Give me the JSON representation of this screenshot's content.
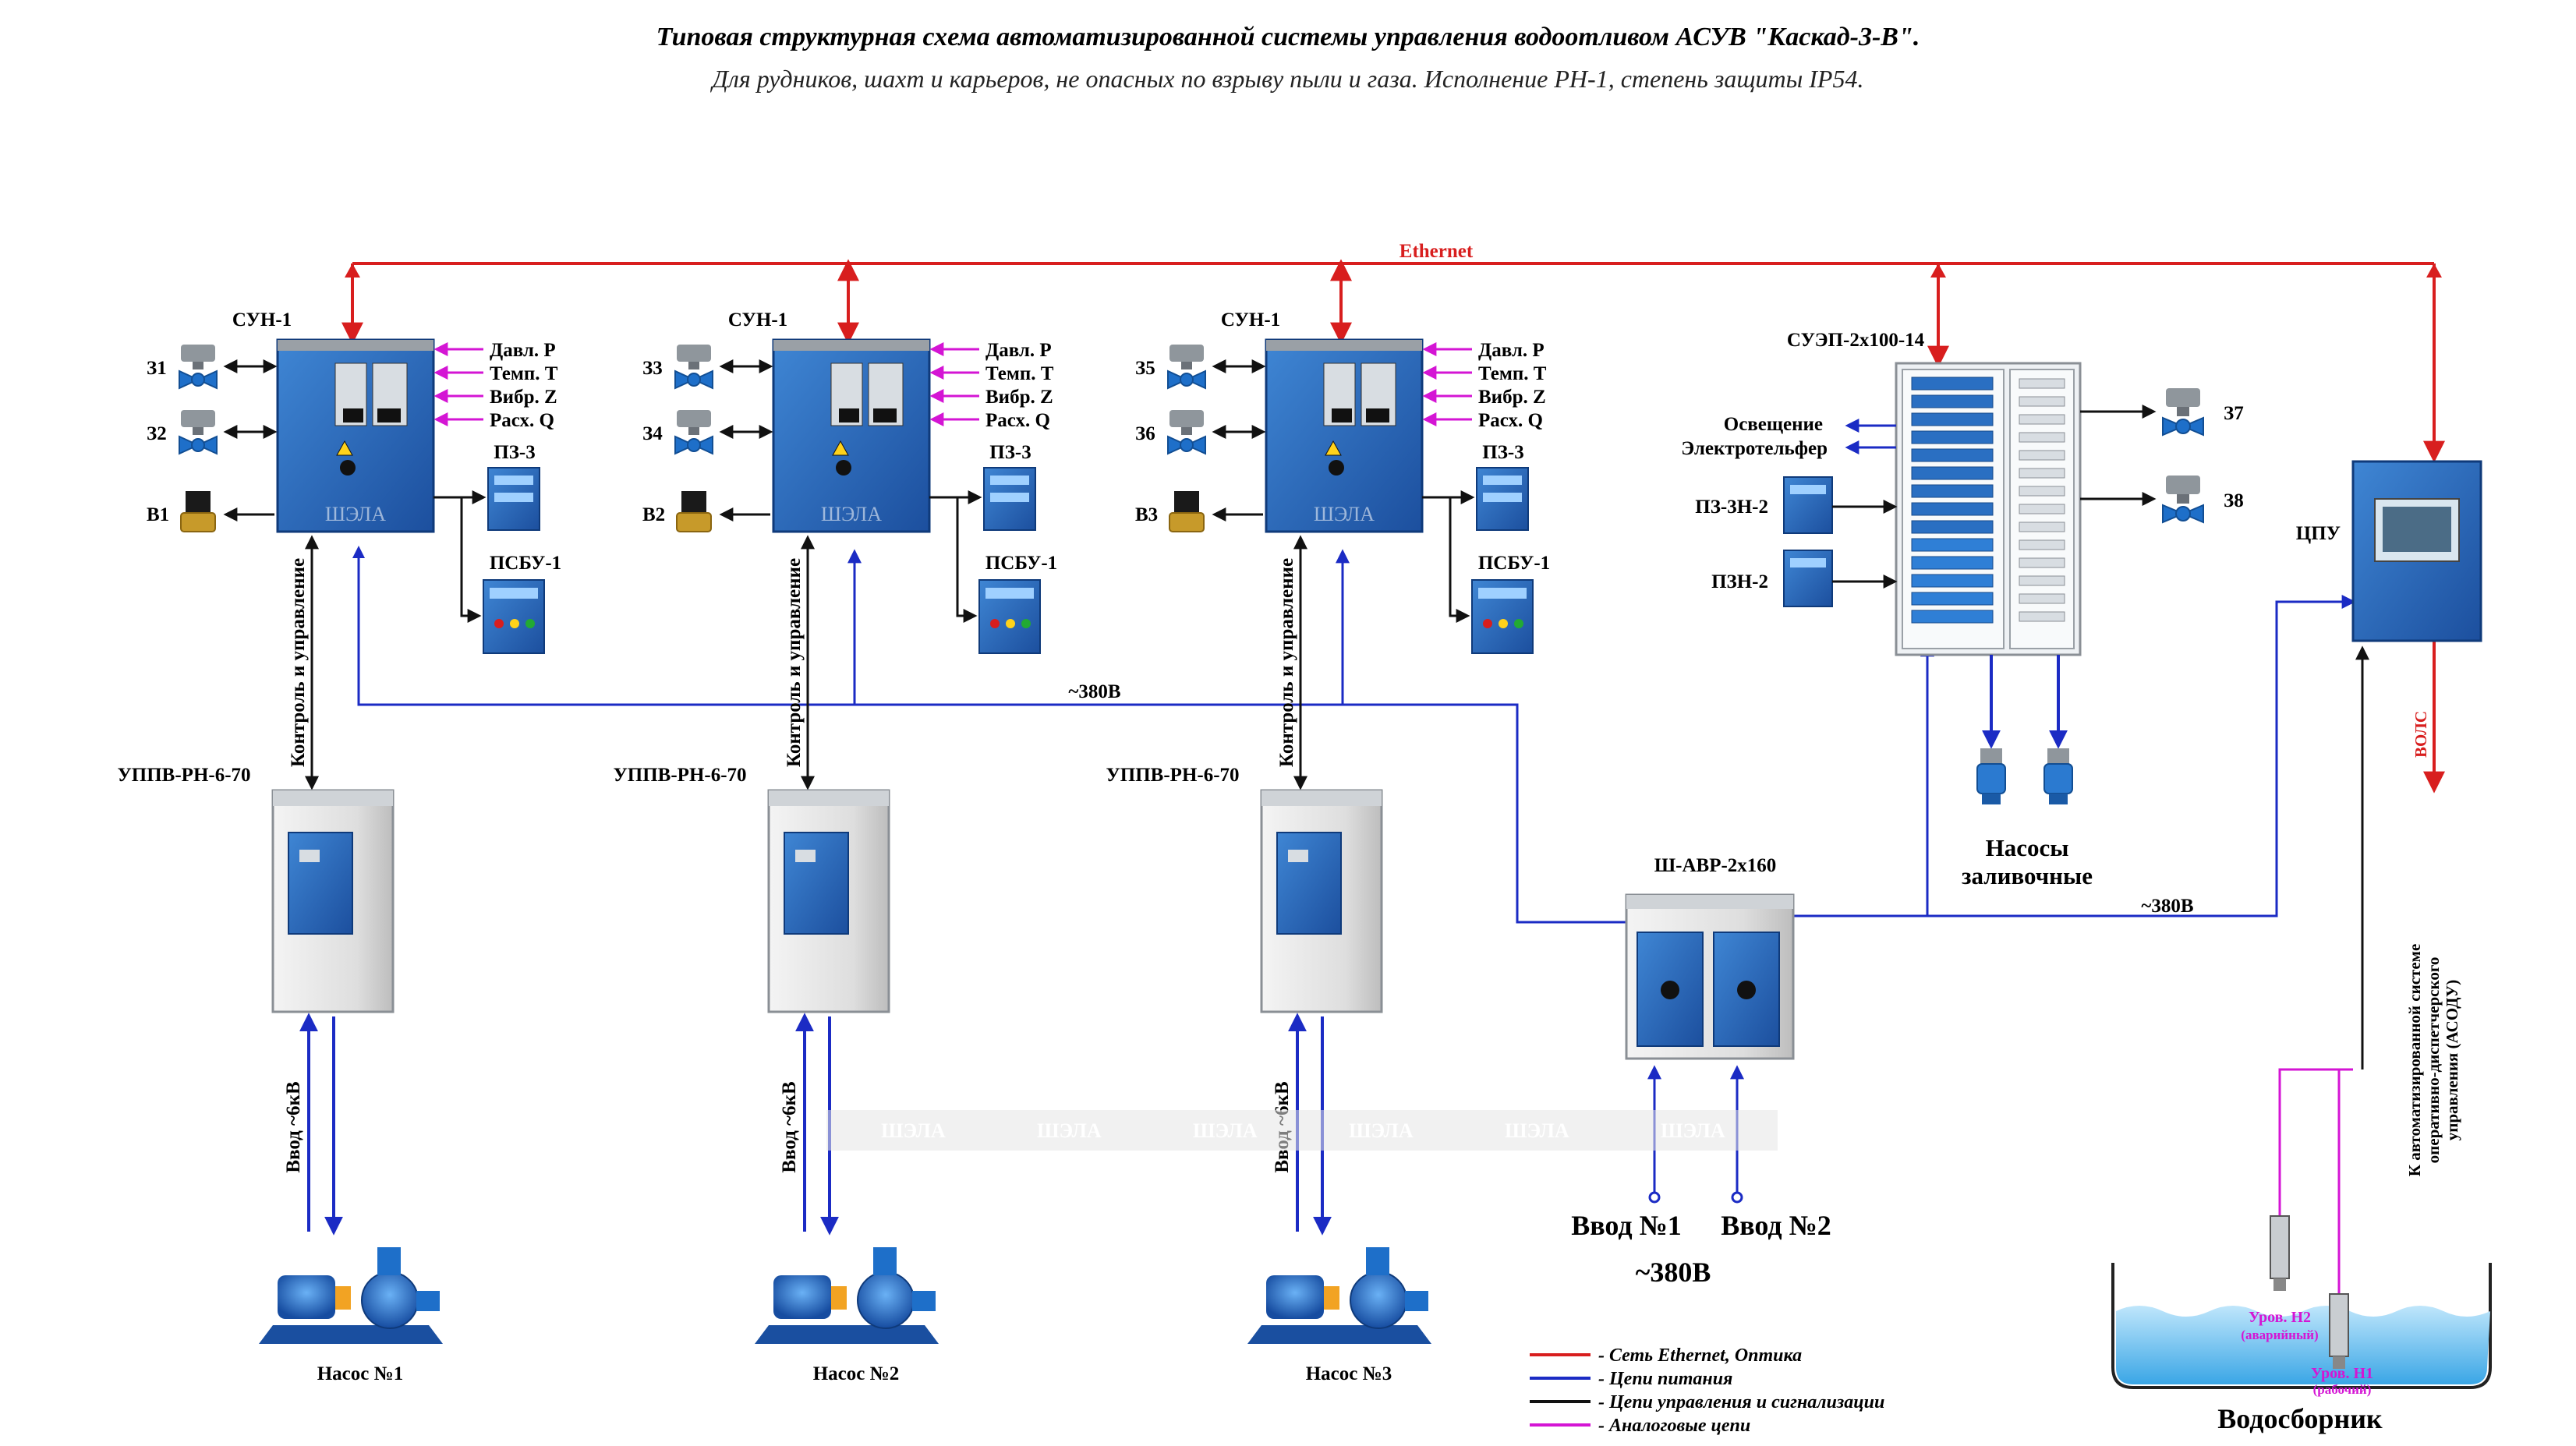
{
  "title": "Типовая структурная схема автоматизированной системы управления водоотливом АСУВ \"Каскад-3-В\".",
  "subtitle": "Для рудников, шахт и карьеров, не опасных по взрыву пыли и газа. Исполнение РН-1, степень защиты IP54.",
  "ethernet_label": "Ethernet",
  "watermark": "ШЭЛА",
  "sun_units": [
    {
      "name": "СУН-1",
      "valves": [
        "З1",
        "З2"
      ],
      "solenoid": "В1",
      "signals": [
        "Давл. P",
        "Темп. T",
        "Вибр. Z",
        "Расх. Q"
      ],
      "pz": "ПЗ-3",
      "psbu": "ПСБУ-1",
      "control_label": "Контроль и управление",
      "uppv": "УППВ-РН-6-70",
      "input_label": "Ввод ~6кВ",
      "pump": "Насос №1"
    },
    {
      "name": "СУН-1",
      "valves": [
        "З3",
        "З4"
      ],
      "solenoid": "В2",
      "signals": [
        "Давл. P",
        "Темп. T",
        "Вибр. Z",
        "Расх. Q"
      ],
      "pz": "ПЗ-3",
      "psbu": "ПСБУ-1",
      "control_label": "Контроль и управление",
      "uppv": "УППВ-РН-6-70",
      "input_label": "Ввод ~6кВ",
      "pump": "Насос №2"
    },
    {
      "name": "СУН-1",
      "valves": [
        "З5",
        "З6"
      ],
      "solenoid": "В3",
      "signals": [
        "Давл. P",
        "Темп. T",
        "Вибр. Z",
        "Расх. Q"
      ],
      "pz": "ПЗ-3",
      "psbu": "ПСБУ-1",
      "control_label": "Контроль и управление",
      "uppv": "УППВ-РН-6-70",
      "input_label": "Ввод ~6кВ",
      "pump": "Насос №3"
    }
  ],
  "suep": {
    "name": "СУЭП-2х100-14",
    "outputs": [
      "Освещение",
      "Электротельфер"
    ],
    "pz": [
      "ПЗ-3Н-2",
      "ПЗН-2"
    ],
    "valves": [
      "З7",
      "З8"
    ],
    "fill_pumps": [
      "Насосы",
      "заливочные"
    ]
  },
  "cpu": {
    "name": "ЦПУ",
    "link_label": "ВОЛС",
    "dest_lines": [
      "К автоматизированной системе",
      "оперативно-диспетчерского",
      "управления (АСОДУ)"
    ]
  },
  "avr": {
    "name": "Ш-АВР-2х160",
    "inputs": [
      "Ввод №1",
      "Ввод №2"
    ],
    "voltage": "~380В"
  },
  "bus_labels": [
    "~380В",
    "~380В"
  ],
  "tank": {
    "name": "Водосборник",
    "sensors": [
      {
        "name": "Уров. Н2",
        "state": "(аварийный)"
      },
      {
        "name": "Уров. Н1",
        "state": "(рабочий)"
      }
    ]
  },
  "legend": [
    {
      "color": "#d81e1e",
      "label": "- Сеть Ethernet, Оптика"
    },
    {
      "color": "#1b2bc4",
      "label": "- Цепи питания"
    },
    {
      "color": "#111111",
      "label": "- Цепи управления и сигнализации"
    },
    {
      "color": "#d415d4",
      "label": "- Аналоговые цепи"
    }
  ]
}
